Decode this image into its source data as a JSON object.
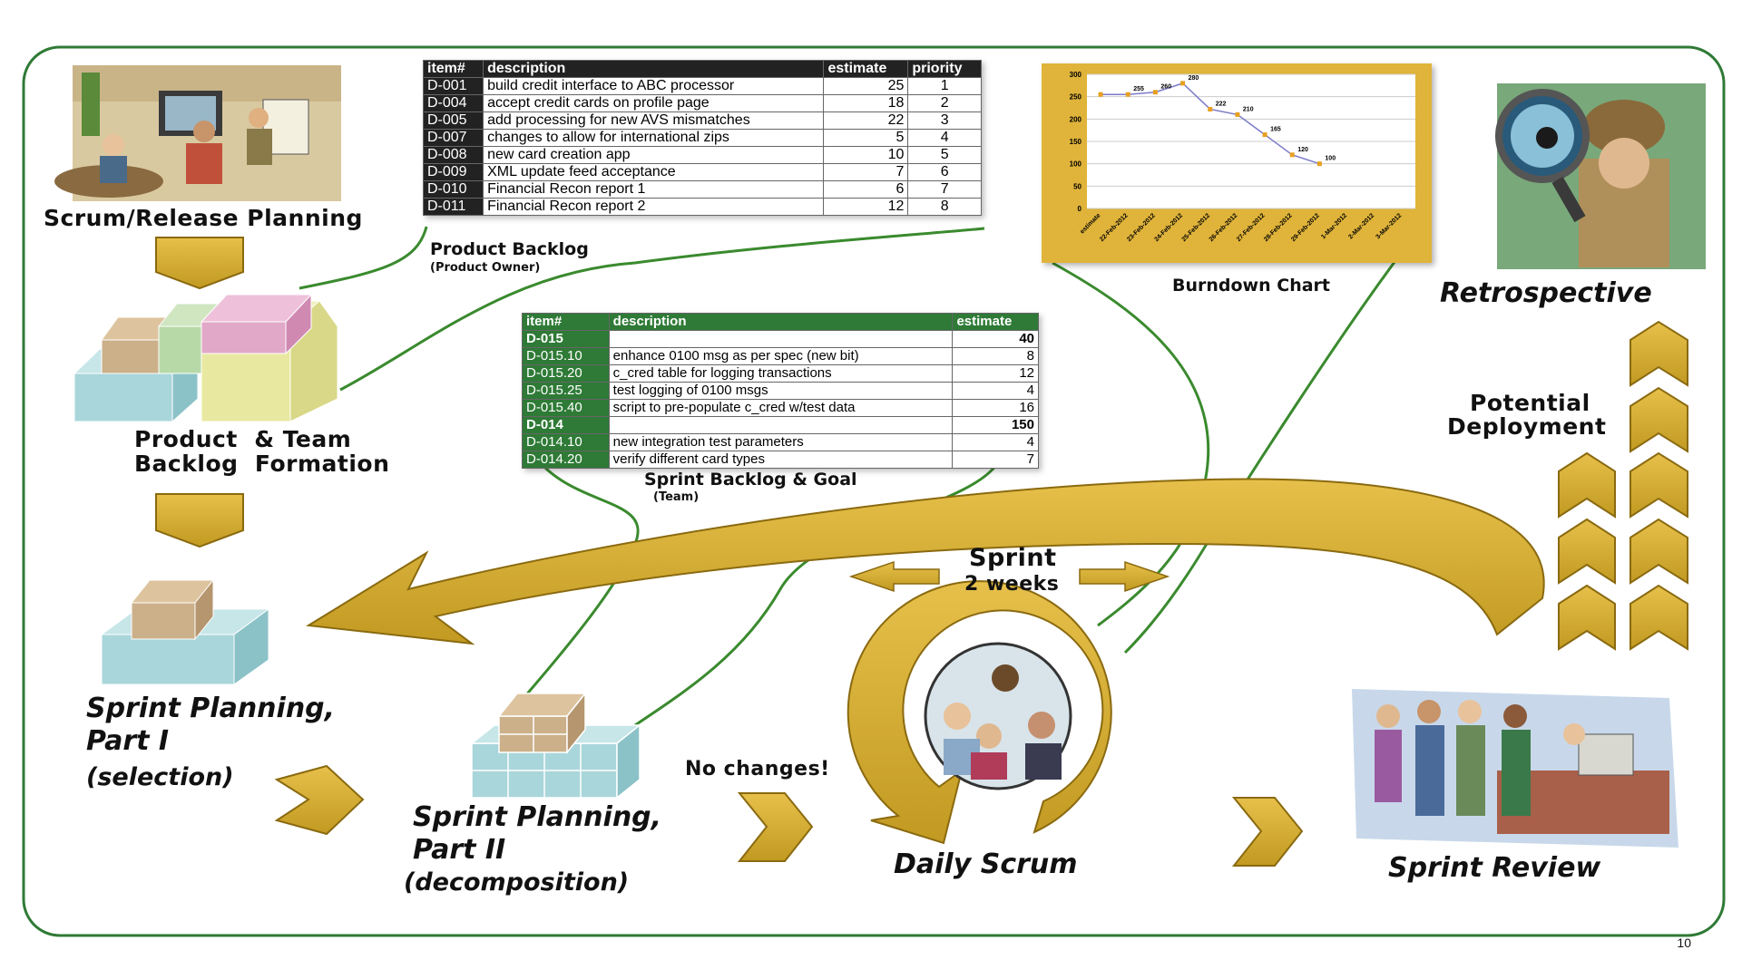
{
  "colors": {
    "frame": "#2f7a36",
    "accent_gold": "#d4aa2c",
    "gold_dark": "#8a6a10",
    "green_line": "#3a8a2e"
  },
  "labels": {
    "release_planning": "Scrum/Release Planning",
    "product_backlog_caption": "Product Backlog",
    "product_owner": "(Product Owner)",
    "pbtf_line1": "Product  & Team",
    "pbtf_line2": "Backlog  Formation",
    "burndown_caption": "Burndown Chart",
    "retrospective": "Retrospective",
    "potential_line1": "Potential",
    "potential_line2": "Deployment",
    "sprint_backlog_caption": "Sprint Backlog & Goal",
    "team": "(Team)",
    "sprint": "Sprint",
    "two_weeks": "2 weeks",
    "sp1_line1": "Sprint Planning,",
    "sp1_line2": "Part I",
    "sp1_line3": "(selection)",
    "sp2_line1": "Sprint Planning,",
    "sp2_line2": "Part II",
    "sp2_line3": "(decomposition)",
    "no_changes": "No changes!",
    "daily_scrum": "Daily Scrum",
    "sprint_review": "Sprint Review",
    "page_number": "10"
  },
  "product_backlog": {
    "headers": [
      "item#",
      "description",
      "estimate",
      "priority"
    ],
    "rows": [
      [
        "D-001",
        "build credit interface to ABC processor",
        "25",
        "1"
      ],
      [
        "D-004",
        "accept credit cards on profile page",
        "18",
        "2"
      ],
      [
        "D-005",
        "add processing for new AVS mismatches",
        "22",
        "3"
      ],
      [
        "D-007",
        "changes to allow for international zips",
        "5",
        "4"
      ],
      [
        "D-008",
        "new card creation app",
        "10",
        "5"
      ],
      [
        "D-009",
        "XML update feed acceptance",
        "7",
        "6"
      ],
      [
        "D-010",
        "Financial Recon report 1",
        "6",
        "7"
      ],
      [
        "D-011",
        "Financial Recon report 2",
        "12",
        "8"
      ]
    ]
  },
  "sprint_backlog": {
    "headers": [
      "item#",
      "description",
      "estimate"
    ],
    "rows": [
      [
        "D-015",
        "",
        "40"
      ],
      [
        "D-015.10",
        "enhance 0100 msg as per spec (new bit)",
        "8"
      ],
      [
        "D-015.20",
        "c_cred table for logging transactions",
        "12"
      ],
      [
        "D-015.25",
        "test logging of 0100 msgs",
        "4"
      ],
      [
        "D-015.40",
        "script to pre-populate c_cred w/test data",
        "16"
      ],
      [
        "D-014",
        "",
        "150"
      ],
      [
        "D-014.10",
        "new integration test parameters",
        "4"
      ],
      [
        "D-014.20",
        "verify different card types",
        "7"
      ]
    ]
  },
  "chart_data": {
    "type": "line",
    "title": "",
    "xlabel": "",
    "ylabel": "",
    "x": [
      "estimate",
      "22-Feb-2012",
      "23-Feb-2012",
      "24-Feb-2012",
      "25-Feb-2012",
      "26-Feb-2012",
      "27-Feb-2012",
      "28-Feb-2012",
      "29-Feb-2012",
      "1-Mar-2012",
      "2-Mar-2012",
      "3-Mar-2012"
    ],
    "series": [
      {
        "values": [
          255,
          255,
          260,
          280,
          222,
          210,
          165,
          120,
          100,
          null,
          null,
          null
        ],
        "point_labels": [
          "",
          "255",
          "260",
          "280",
          "222",
          "210",
          "165",
          "120",
          "100",
          "",
          "",
          ""
        ]
      }
    ],
    "yticks": [
      "0",
      "50",
      "100",
      "150",
      "200",
      "250",
      "300"
    ],
    "ylim": [
      0,
      300
    ],
    "grid": true
  }
}
